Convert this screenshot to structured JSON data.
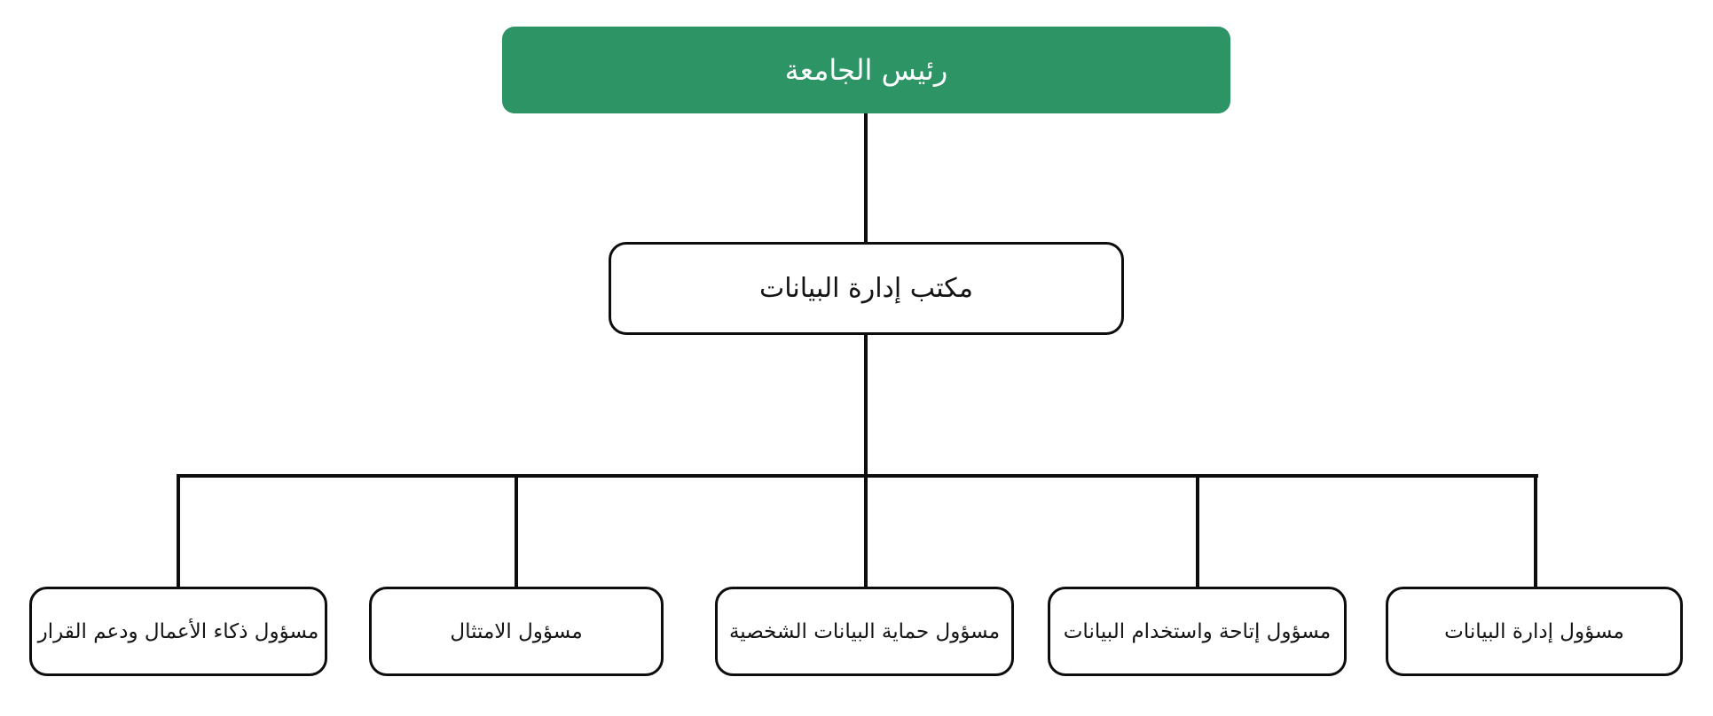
{
  "page": {
    "background_color": "#ffffff",
    "language": "ar",
    "direction": "rtl"
  },
  "org_chart": {
    "type": "org-tree",
    "connector_color": "#0d0d0d",
    "node_border_color": "#0d0d0d",
    "root": {
      "label": "رئيس الجامعة",
      "fill_color": "#2d9465",
      "text_color": "#ffffff"
    },
    "level2": {
      "label": "مكتب إدارة البيانات",
      "fill_color": "#ffffff",
      "text_color": "#141414"
    },
    "level3": [
      {
        "label": "مسؤول ذكاء الأعمال ودعم القرار"
      },
      {
        "label": "مسؤول الامتثال"
      },
      {
        "label": "مسؤول حماية البيانات الشخصية"
      },
      {
        "label": "مسؤول إتاحة واستخدام البيانات"
      },
      {
        "label": "مسؤول إدارة البيانات"
      }
    ]
  }
}
